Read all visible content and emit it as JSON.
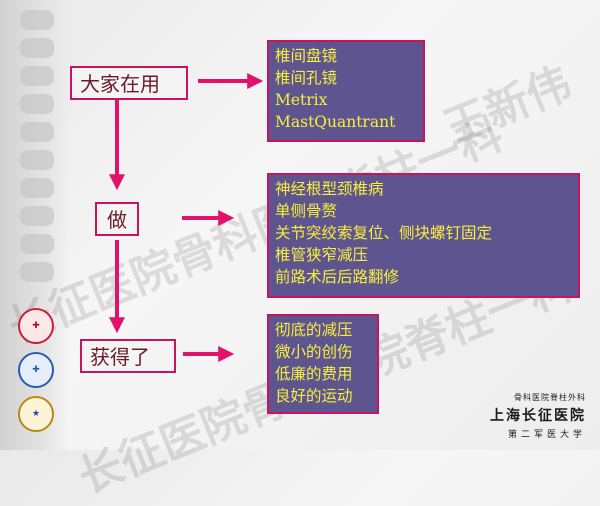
{
  "watermark": {
    "text1": "长征医院骨科医院脊柱一科",
    "text2": "王新伟"
  },
  "labels": {
    "top": "大家在用",
    "middle": "做",
    "bottom": "获得了"
  },
  "boxes": {
    "box1": [
      "椎间盘镜",
      "椎间孔镜",
      "Metrix",
      "MastQuantrant"
    ],
    "box2": [
      "神经根型颈椎病",
      "单侧骨赘",
      "关节突绞索复位、侧块螺钉固定",
      "椎管狭窄减压",
      "前路术后后路翻修"
    ],
    "box3": [
      "彻底的减压",
      "微小的创伤",
      "低廉的费用",
      "良好的运动"
    ]
  },
  "hospital": {
    "line1": "骨科医院脊柱外科",
    "line2": "上海长征医院",
    "line3": "第二军医大学"
  },
  "colors": {
    "accent": "#e0126a",
    "box_fill": "#5e5590",
    "box_text": "#f7f03a",
    "label_text": "#6a1b2b"
  }
}
